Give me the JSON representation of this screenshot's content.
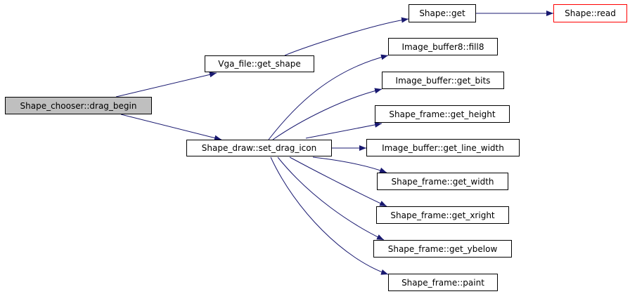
{
  "graph": {
    "edge_color": "#191970",
    "root_fill": "#bfbfbf",
    "truncated_border": "#ff0000",
    "nodes": {
      "root": "Shape_chooser::drag_begin",
      "vga": "Vga_file::get_shape",
      "draw": "Shape_draw::set_drag_icon",
      "get": "Shape::get",
      "read": "Shape::read",
      "fill8": "Image_buffer8::fill8",
      "bits": "Image_buffer::get_bits",
      "height": "Shape_frame::get_height",
      "linewidth": "Image_buffer::get_line_width",
      "width": "Shape_frame::get_width",
      "xright": "Shape_frame::get_xright",
      "ybelow": "Shape_frame::get_ybelow",
      "paint": "Shape_frame::paint"
    },
    "edges": [
      [
        "root",
        "vga"
      ],
      [
        "root",
        "draw"
      ],
      [
        "vga",
        "get"
      ],
      [
        "get",
        "read"
      ],
      [
        "draw",
        "fill8"
      ],
      [
        "draw",
        "bits"
      ],
      [
        "draw",
        "height"
      ],
      [
        "draw",
        "linewidth"
      ],
      [
        "draw",
        "width"
      ],
      [
        "draw",
        "xright"
      ],
      [
        "draw",
        "ybelow"
      ],
      [
        "draw",
        "paint"
      ]
    ]
  }
}
